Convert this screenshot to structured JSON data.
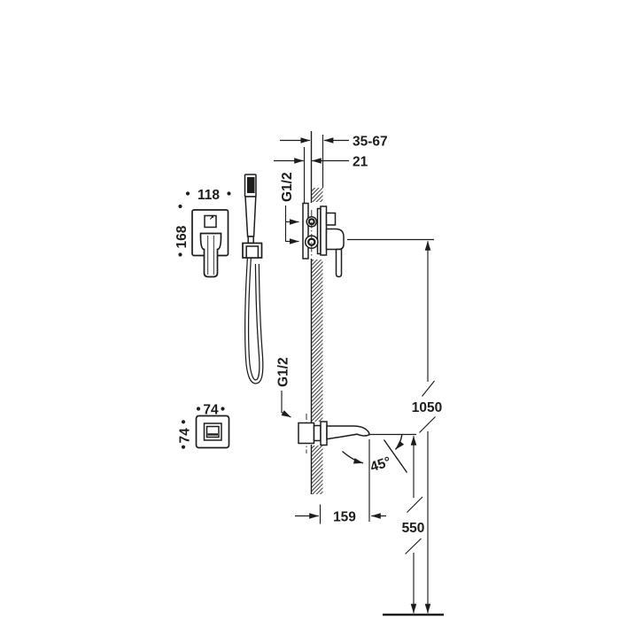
{
  "colors": {
    "ink": "#1d1d1b",
    "background": "#ffffff"
  },
  "drawing": {
    "kind": "built-in bath shower mixer installation diagram",
    "labels": {
      "embed_depth_range": "35-67",
      "wall_offset": "21",
      "connection_thread": "G1/2",
      "plate_width": "118",
      "plate_height": "168",
      "spout_thread": "G1/2",
      "spout_plate_width": "74",
      "spout_plate_height": "74",
      "mixer_height_from_floor": "1050",
      "spout_height_from_floor": "550",
      "spout_projection": "159",
      "swivel_angle": "45°"
    }
  }
}
